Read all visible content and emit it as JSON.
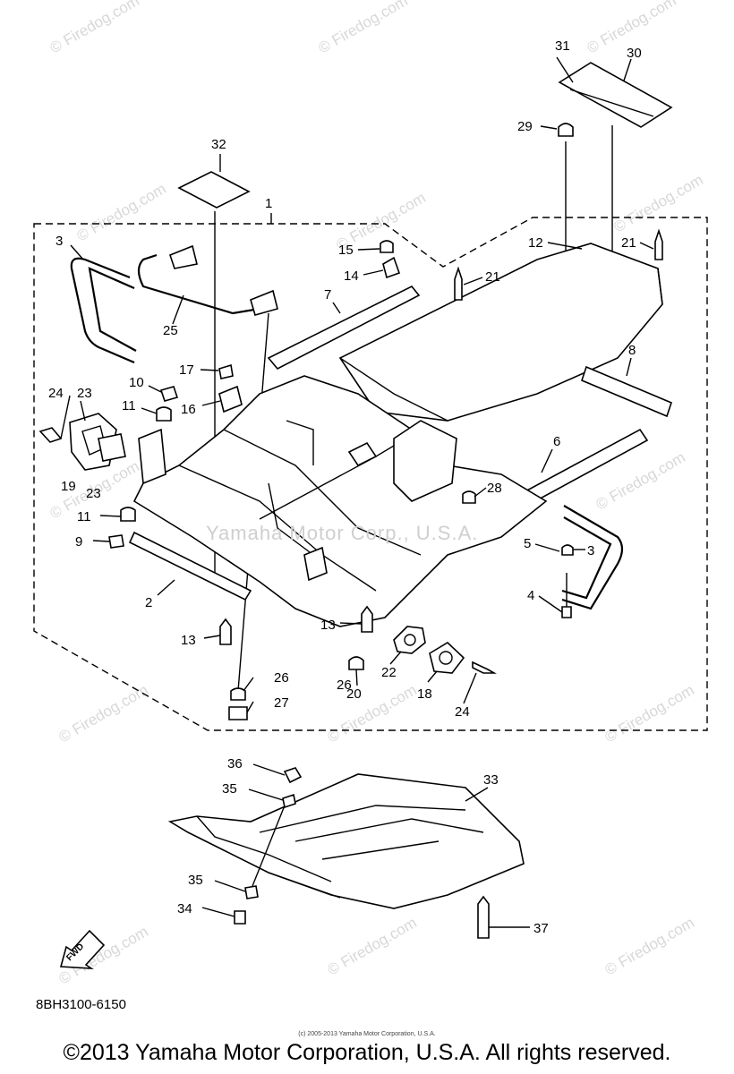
{
  "diagram": {
    "callouts": {
      "c1": "1",
      "c2": "2",
      "c3a": "3",
      "c3b": "3",
      "c4": "4",
      "c5": "5",
      "c6": "6",
      "c7": "7",
      "c8": "8",
      "c9": "9",
      "c10": "10",
      "c11a": "11",
      "c11b": "11",
      "c12": "12",
      "c13a": "13",
      "c13b": "13",
      "c14": "14",
      "c15": "15",
      "c16": "16",
      "c17": "17",
      "c18": "18",
      "c19": "19",
      "c20": "20",
      "c21a": "21",
      "c21b": "21",
      "c22": "22",
      "c23a": "23",
      "c23b": "23",
      "c24a": "24",
      "c24b": "24",
      "c25": "25",
      "c26a": "26",
      "c26b": "26",
      "c27": "27",
      "c28": "28",
      "c29": "29",
      "c30": "30",
      "c31": "31",
      "c32": "32",
      "c33": "33",
      "c34": "34",
      "c35a": "35",
      "c35b": "35",
      "c36": "36",
      "c37": "37"
    },
    "fwd_label": "FWD",
    "center_watermark": "Yamaha Motor Corp., U.S.A."
  },
  "footer": {
    "diagram_code": "8BH3100-6150",
    "small_copyright": "(c) 2005-2013 Yamaha Motor Corporation, U.S.A.",
    "copyright": "©2013 Yamaha Motor Corporation, U.S.A. All rights reserved."
  },
  "watermark": "© Firedog.com"
}
